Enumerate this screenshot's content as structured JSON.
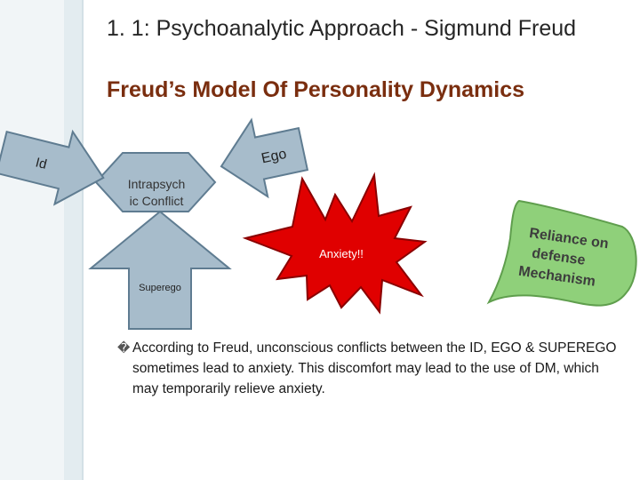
{
  "slide": {
    "title": "1. 1: Psychoanalytic Approach - Sigmund Freud",
    "subtitle": "Freud’s Model Of Personality Dynamics"
  },
  "diagram": {
    "id_label": "Id",
    "ego_label": "Ego",
    "conflict_line1": "Intrapsych",
    "conflict_line2": "ic Conflict",
    "anxiety_label": "Anxiety!!",
    "superego_label": "Superego",
    "reliance_line1": "Reliance on",
    "reliance_line2": "defense",
    "reliance_line3": "Mechanism"
  },
  "bullet": {
    "marker": "�",
    "text": "According to Freud, unconscious conflicts between the ID, EGO & SUPEREGO sometimes lead to anxiety. This discomfort may lead to the use of DM, which may temporarily relieve anxiety."
  },
  "colors": {
    "shape_fill": "#a7bccb",
    "shape_stroke": "#5f7c91",
    "anxiety_fill": "#e00000",
    "reliance_fill": "#8fd07a",
    "subtitle": "#7a2e0f"
  }
}
